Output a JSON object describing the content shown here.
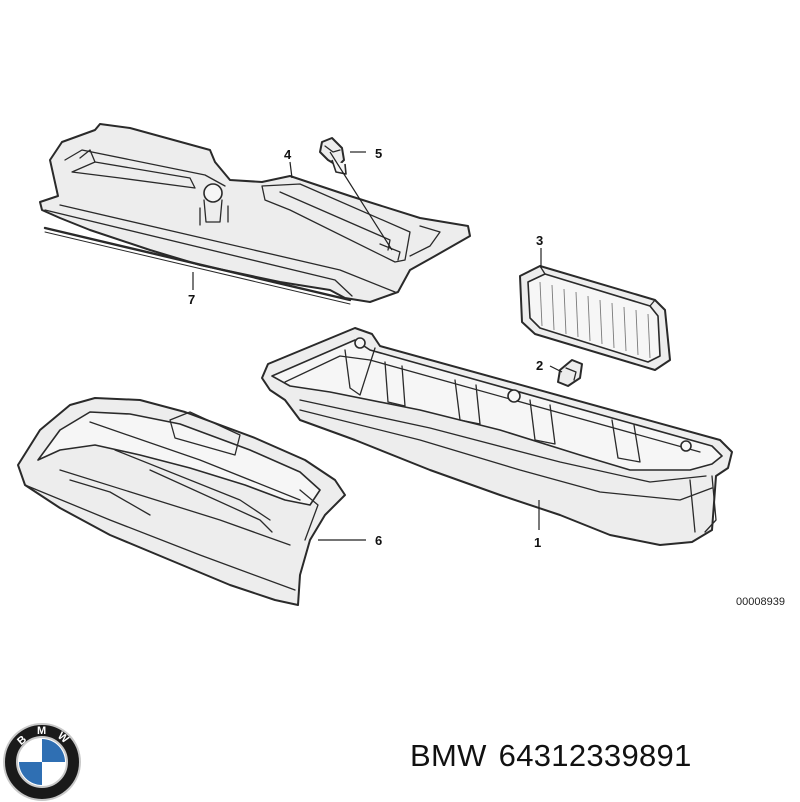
{
  "diagram": {
    "callouts": [
      "1",
      "2",
      "3",
      "4",
      "5",
      "6",
      "7"
    ],
    "reference_number": "00008939"
  },
  "footer": {
    "brand": "BMW",
    "part_number": "64312339891"
  },
  "logo": {
    "letters": "BMW",
    "colors": {
      "ring": "#1a1a1a",
      "blue": "#2f6fb3",
      "white": "#ffffff"
    }
  }
}
